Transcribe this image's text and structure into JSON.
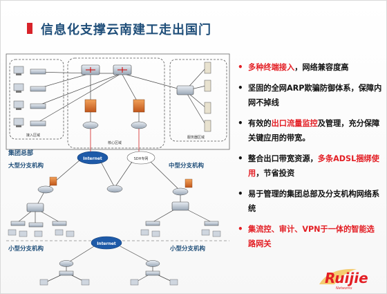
{
  "slide": {
    "title": "信息化支撑云南建工走出国门"
  },
  "diagram": {
    "labels": {
      "hq": "集团总部",
      "large_branch": "大型分支机构",
      "medium_branch": "中型分支机构",
      "small_branch_left": "小型分支机构",
      "small_branch_right": "小型分支机构",
      "access_area": "接入区域",
      "core_area": "核心区域",
      "server_area": "服务器区域",
      "internet_top": "Internet",
      "internet_bottom": "Internet",
      "sdh": "SDH专网"
    }
  },
  "bullets": [
    {
      "parts": [
        {
          "text": "多种终端接入",
          "red": true
        },
        {
          "text": "，网络兼容度高",
          "red": false
        }
      ]
    },
    {
      "parts": [
        {
          "text": "坚固的全网ARP欺骗防御体系，保障内网不掉线",
          "red": false
        }
      ]
    },
    {
      "parts": [
        {
          "text": "有效的",
          "red": false
        },
        {
          "text": "出口流量监控",
          "red": true
        },
        {
          "text": "及管理，充分保障关键应用的带宽。",
          "red": false
        }
      ]
    },
    {
      "parts": [
        {
          "text": "整合出口带宽资源，",
          "red": false
        },
        {
          "text": "多条ADSL捆绑使用",
          "red": true
        },
        {
          "text": "，节省投资",
          "red": false
        }
      ]
    },
    {
      "parts": [
        {
          "text": "易于管理的集团总部及分支机构网络系统",
          "red": false
        }
      ]
    },
    {
      "parts": [
        {
          "text": "集流控、审计、VPN于一体的智能选路网关",
          "red": true
        }
      ]
    }
  ],
  "logo": {
    "text": "Ruijie",
    "sub": "Networks"
  },
  "colors": {
    "accent": "#e31e24",
    "title": "#1f4e79",
    "label_blue": "#1f4e79"
  }
}
